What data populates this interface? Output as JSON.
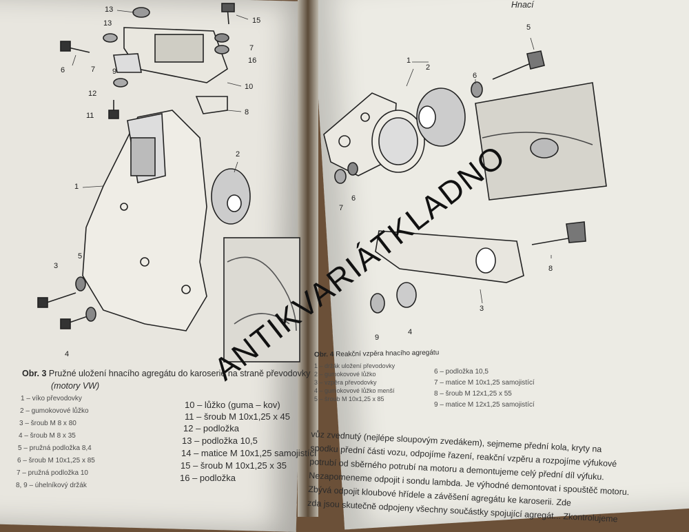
{
  "header_right": "Hnací",
  "left_page": {
    "fig3_caption": {
      "label": "Obr. 3",
      "text": "Pružné uložení hnacího agregátu do karoserie na straně převodovky",
      "subtitle": "(motory VW)"
    },
    "fig3_legend_left": [
      "1 – víko převodovky",
      "2 – gumokovové lůžko",
      "3 – šroub M 8 x 80",
      "4 – šroub M 8 x 35",
      "5 – pružná podložka 8,4",
      "6 – šroub M 10x1,25 x 85",
      "7 – pružná podložka 10",
      "8, 9 – úhelníkový držák"
    ],
    "fig3_legend_right": [
      "10 – lůžko (guma – kov)",
      "11 – šroub M 10x1,25 x 45",
      "12 – podložka",
      "13 – podložka 10,5",
      "14 – matice M 10x1,25 samojistící",
      "15 – šroub M 10x1,25 x 35",
      "16 – podložka"
    ],
    "callouts": [
      "13",
      "13",
      "15",
      "6",
      "7",
      "9",
      "7",
      "16",
      "12",
      "10",
      "11",
      "8",
      "2",
      "1",
      "3",
      "5",
      "4"
    ]
  },
  "right_page": {
    "fig4_caption": {
      "label": "Obr. 4",
      "text": "Reakční vzpěra hnacího agregátu"
    },
    "fig4_legend_left": [
      "1 – držák uložení převodovky",
      "2 – gumokovové lůžko",
      "3 – vzpěra převodovky",
      "4 – gumokovové lůžko menší",
      "5 – šroub M 10x1,25 x 85"
    ],
    "fig4_legend_right": [
      "6 – podložka 10,5",
      "7 – matice M 10x1,25 samojistící",
      "8 – šroub M 12x1,25 x 55",
      "9 – matice M 12x1,25 samojistící"
    ],
    "callouts": [
      "1",
      "2",
      "6",
      "5",
      "7",
      "6",
      "8",
      "3",
      "9",
      "4"
    ],
    "body_lines": [
      "vůz zvednutý (nejlépe sloupovým zvedákem), sejmeme přední kola, kryty na",
      "spodku přední části vozu, odpojíme řazení, reakční vzpěru a rozpojíme výfukové",
      "potrubí od sběrného potrubí na motoru a demontujeme celý přední díl výfuku.",
      "Nezapomeneme odpojit i sondu lambda. Je výhodné demontovat i spouštěč motoru.",
      "Zbývá odpojit kloubové hřídele a závěšení agregátu ke karoserii. Zde",
      "zda jsou skutečně odpojeny všechny součástky spojující agregát... Zkontrolujeme"
    ]
  },
  "watermark": "ANTIKVARIÁTKLADNO"
}
